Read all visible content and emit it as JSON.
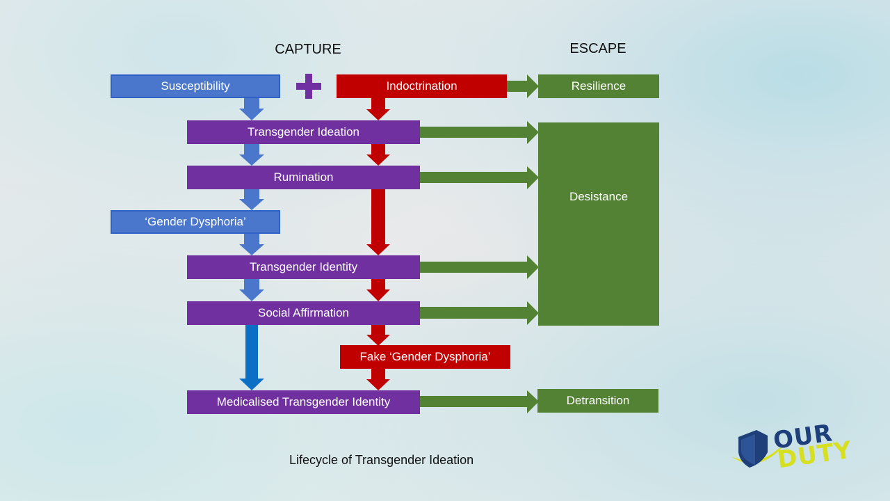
{
  "headings": {
    "capture": "CAPTURE",
    "escape": "ESCAPE"
  },
  "nodes": {
    "susceptibility": "Susceptibility",
    "indoctrination": "Indoctrination",
    "resilience": "Resilience",
    "transgender_ideation": "Transgender Ideation",
    "rumination": "Rumination",
    "gender_dysphoria": "‘Gender Dysphoria’",
    "transgender_identity": "Transgender Identity",
    "social_affirmation": "Social Affirmation",
    "fake_gender_dysphoria": "Fake ‘Gender Dysphoria’",
    "medicalised_identity": "Medicalised Transgender Identity",
    "desistance": "Desistance",
    "detransition": "Detransition"
  },
  "caption": "Lifecycle of Transgender Ideation",
  "logo": {
    "line1": "OUR",
    "line2": "DUTY"
  },
  "colors": {
    "blue": "#4a77cc",
    "purple": "#7030a0",
    "red": "#c00000",
    "green": "#548235",
    "logo_navy": "#1f3f7a",
    "logo_yellow": "#d6e021"
  }
}
